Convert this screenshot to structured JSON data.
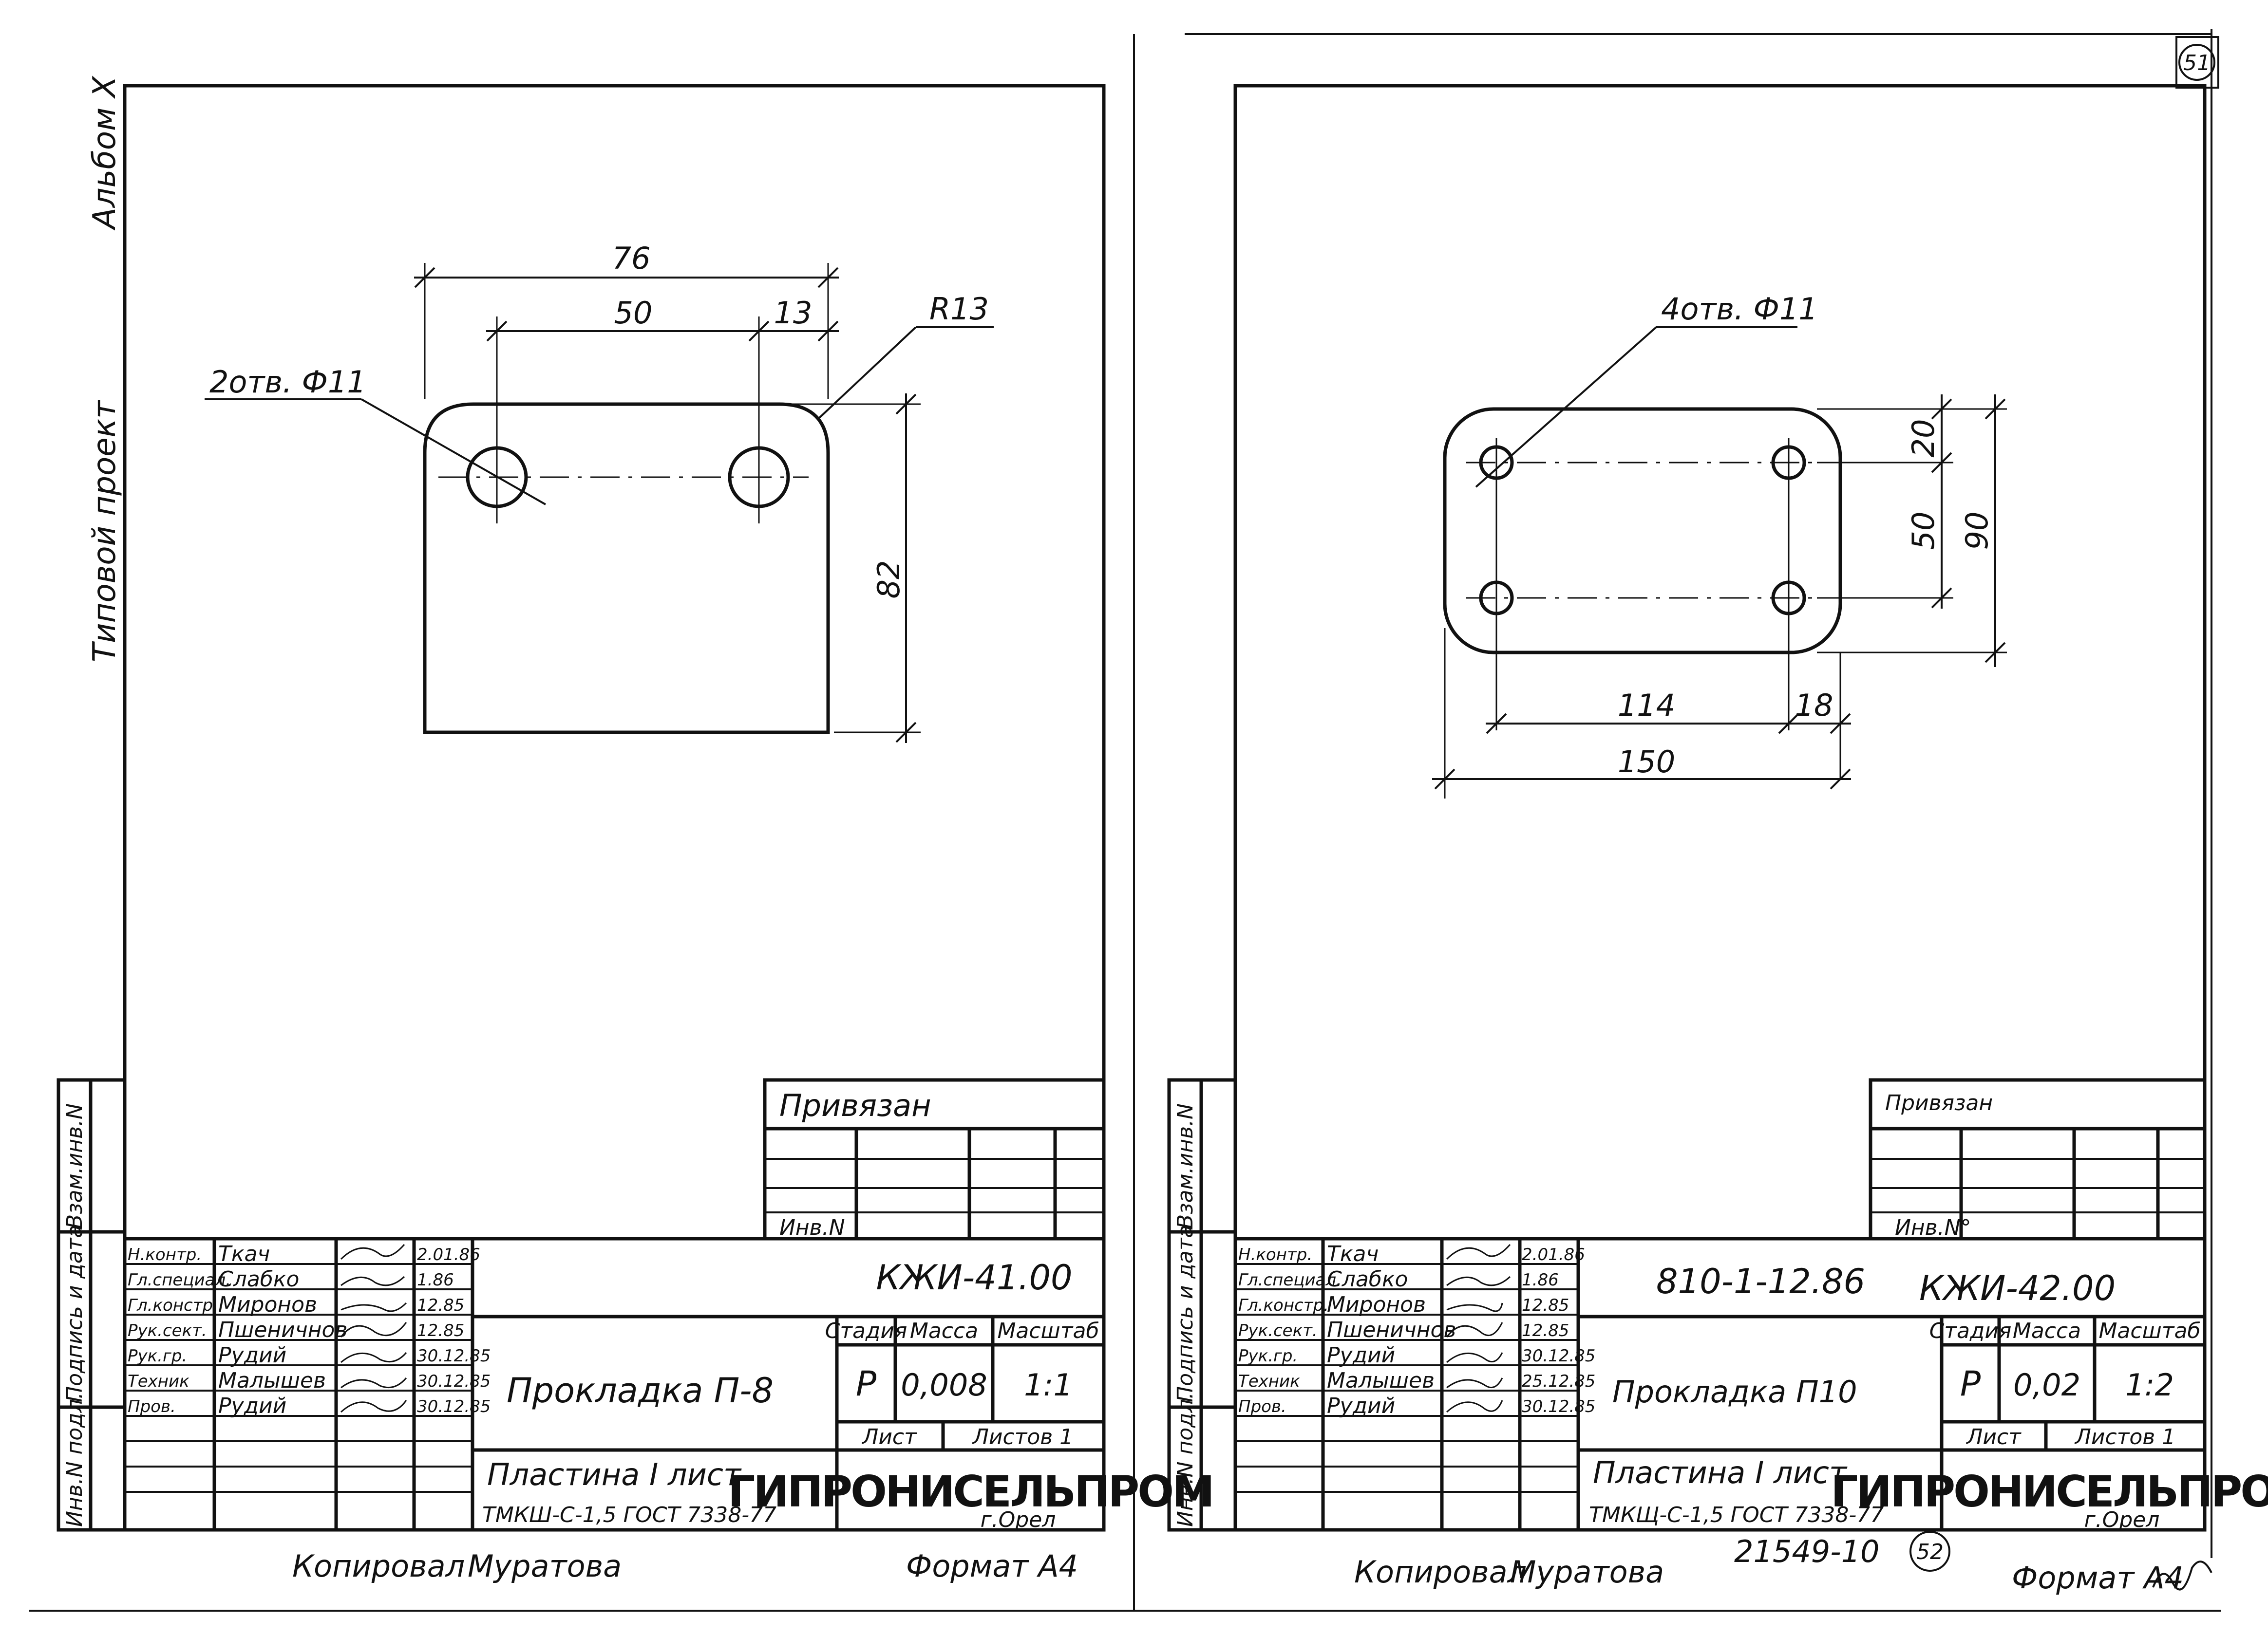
{
  "page_number": "51",
  "left_margin": {
    "album": "Альбом X",
    "project": "Типовой проект",
    "stamp_labels": [
      "Инв.N подл.",
      "Подпись и дата",
      "Взам.инв.N"
    ]
  },
  "sheet_left": {
    "hole_note": "2отв. Ф11",
    "radius_note": "R13",
    "dim_overall": "76",
    "dim_spacing": "50",
    "dim_edge": "13",
    "dim_height": "82",
    "privyazan": "Привязан",
    "inv_no": "Инв.N",
    "doc_code": "КЖИ-41.00",
    "title": "Прокладка П-8",
    "material_1": "Пластина I лист",
    "material_2": "ТМКШ-С-1,5 ГОСТ 7338-77",
    "stage_label": "Стадия",
    "mass_label": "Масса",
    "scale_label": "Масштаб",
    "stage": "Р",
    "mass": "0,008",
    "scale": "1:1",
    "sheet_label": "Лист",
    "sheets_label": "Листов 1",
    "org": "ГИПРОНИСЕЛЬПРОМ",
    "city": "г.Орел",
    "copied": "Копировал",
    "copier": "Муратова",
    "format": "Формат А4",
    "staff": [
      {
        "role": "Н.контр.",
        "name": "Ткач",
        "date": "2.01.86"
      },
      {
        "role": "Гл.специал.",
        "name": "Слабко",
        "date": "1.86"
      },
      {
        "role": "Гл.констр.",
        "name": "Миронов",
        "date": "12.85"
      },
      {
        "role": "Рук.сект.",
        "name": "Пшеничнов",
        "date": "12.85"
      },
      {
        "role": "Рук.гр.",
        "name": "Рудий",
        "date": "30.12.85"
      },
      {
        "role": "Техник",
        "name": "Малышев",
        "date": "30.12.85"
      },
      {
        "role": "Пров.",
        "name": "Рудий",
        "date": "30.12.85"
      }
    ]
  },
  "sheet_right": {
    "hole_note": "4отв. Ф11",
    "dim_overall_w": "150",
    "dim_spacing_w": "114",
    "dim_edge_w": "18",
    "dim_edge_h": "20",
    "dim_spacing_h": "50",
    "dim_overall_h": "90",
    "privyazan": "Привязан",
    "inv_no": "Инв.N°",
    "project_code": "810-1-12.86",
    "doc_code": "КЖИ-42.00",
    "title": "Прокладка П10",
    "material_1": "Пластина I лист",
    "material_2": "ТМКЩ-С-1,5 ГОСТ 7338-77",
    "stage_label": "Стадия",
    "mass_label": "Масса",
    "scale_label": "Масштаб",
    "stage": "Р",
    "mass": "0,02",
    "scale": "1:2",
    "sheet_label": "Лист",
    "sheets_label": "Листов 1",
    "org": "ГИПРОНИСЕЛЬПРОМ",
    "city": "г.Орел",
    "archive_no": "21549-10",
    "archive_page": "52",
    "copied": "Копировал",
    "copier": "Муратова",
    "format": "Формат А4",
    "staff": [
      {
        "role": "Н.контр.",
        "name": "Ткач",
        "date": "2.01.86"
      },
      {
        "role": "Гл.специал.",
        "name": "Слабко",
        "date": "1.86"
      },
      {
        "role": "Гл.констр.",
        "name": "Миронов",
        "date": "12.85"
      },
      {
        "role": "Рук.сект.",
        "name": "Пшеничнов",
        "date": "12.85"
      },
      {
        "role": "Рук.гр.",
        "name": "Рудий",
        "date": "30.12.85"
      },
      {
        "role": "Техник",
        "name": "Малышев",
        "date": "25.12.85"
      },
      {
        "role": "Пров.",
        "name": "Рудий",
        "date": "30.12.85"
      }
    ]
  }
}
